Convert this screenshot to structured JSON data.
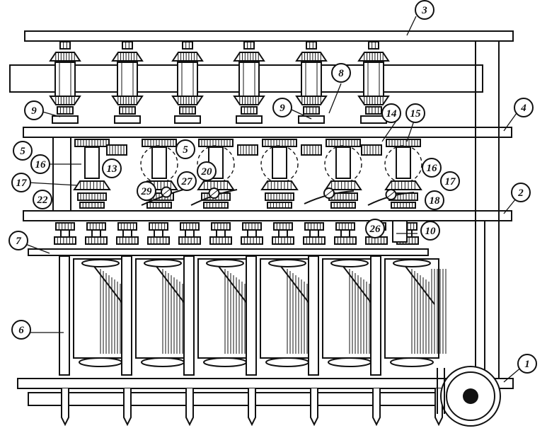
{
  "diagram": {
    "description_visible": "mechanical drawing",
    "callouts": [
      {
        "id": "c1",
        "text": "1"
      },
      {
        "id": "c2",
        "text": "2"
      },
      {
        "id": "c3",
        "text": "3"
      },
      {
        "id": "c4",
        "text": "4"
      },
      {
        "id": "c5a",
        "text": "5"
      },
      {
        "id": "c5b",
        "text": "5"
      },
      {
        "id": "c6",
        "text": "6"
      },
      {
        "id": "c7",
        "text": "7"
      },
      {
        "id": "c8",
        "text": "8"
      },
      {
        "id": "c9a",
        "text": "9"
      },
      {
        "id": "c9b",
        "text": "9"
      },
      {
        "id": "c10",
        "text": "10"
      },
      {
        "id": "c13",
        "text": "13"
      },
      {
        "id": "c14",
        "text": "14"
      },
      {
        "id": "c15",
        "text": "15"
      },
      {
        "id": "c16a",
        "text": "16"
      },
      {
        "id": "c16b",
        "text": "16"
      },
      {
        "id": "c17a",
        "text": "17"
      },
      {
        "id": "c17b",
        "text": "17"
      },
      {
        "id": "c18",
        "text": "18"
      },
      {
        "id": "c20",
        "text": "20"
      },
      {
        "id": "c22",
        "text": "22"
      },
      {
        "id": "c26",
        "text": "26"
      },
      {
        "id": "c27",
        "text": "27"
      },
      {
        "id": "c29",
        "text": "29"
      }
    ]
  }
}
